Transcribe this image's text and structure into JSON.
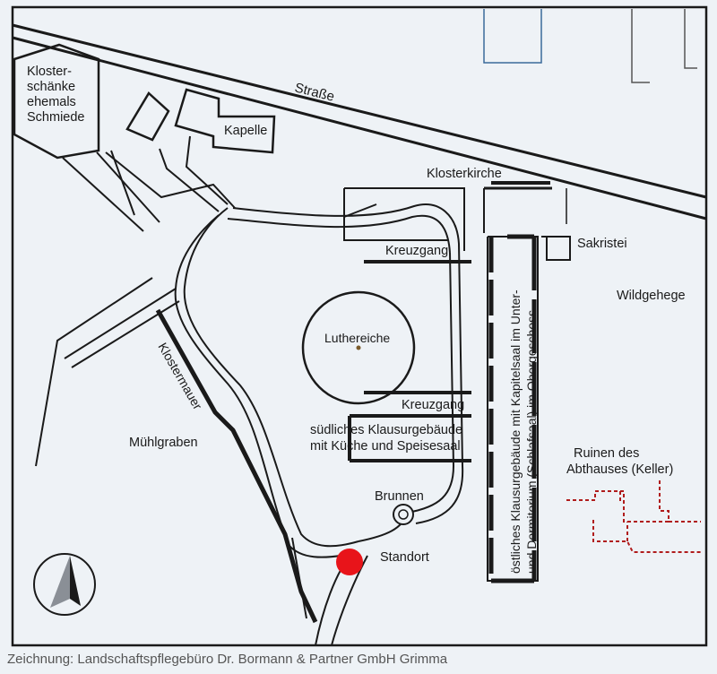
{
  "map": {
    "street": "Straße",
    "buildings": {
      "kloster_schaenke": [
        "Kloster-",
        "schänke",
        "ehemals",
        "Schmiede"
      ],
      "kapelle": "Kapelle",
      "klosterkirche": "Klosterkirche",
      "kreuzgang_north": "Kreuzgang",
      "kreuzgang_south": "Kreuzgang",
      "sakristei": "Sakristei",
      "south_building": [
        "südliches Klausurgebäude",
        "mit Küche und Speisesaal"
      ],
      "east_building": [
        "östliches Klausurgebäude mit Kapitelsaal im Unter-",
        "und Dormitorium (Schlafsaal) im Obergeschoss"
      ],
      "ruins": [
        "Ruinen des",
        "Abthauses (Keller)"
      ]
    },
    "features": {
      "luthereiche": "Luthereiche",
      "klostermauer": "Klostermauer",
      "muehlgraben": "Mühlgraben",
      "brunnen": "Brunnen",
      "wildgehege": "Wildgehege",
      "standort": "Standort"
    },
    "credit_label": "Zeichnung:",
    "credit_text": "Landschaftspflegebüro Dr. Bormann & Partner GmbH Grimma",
    "colors": {
      "background": "#eef2f6",
      "line": "#1a1a1a",
      "marker": "#e8141a",
      "ruins": "#b01c1c",
      "frame": "#c8ccd2"
    }
  }
}
